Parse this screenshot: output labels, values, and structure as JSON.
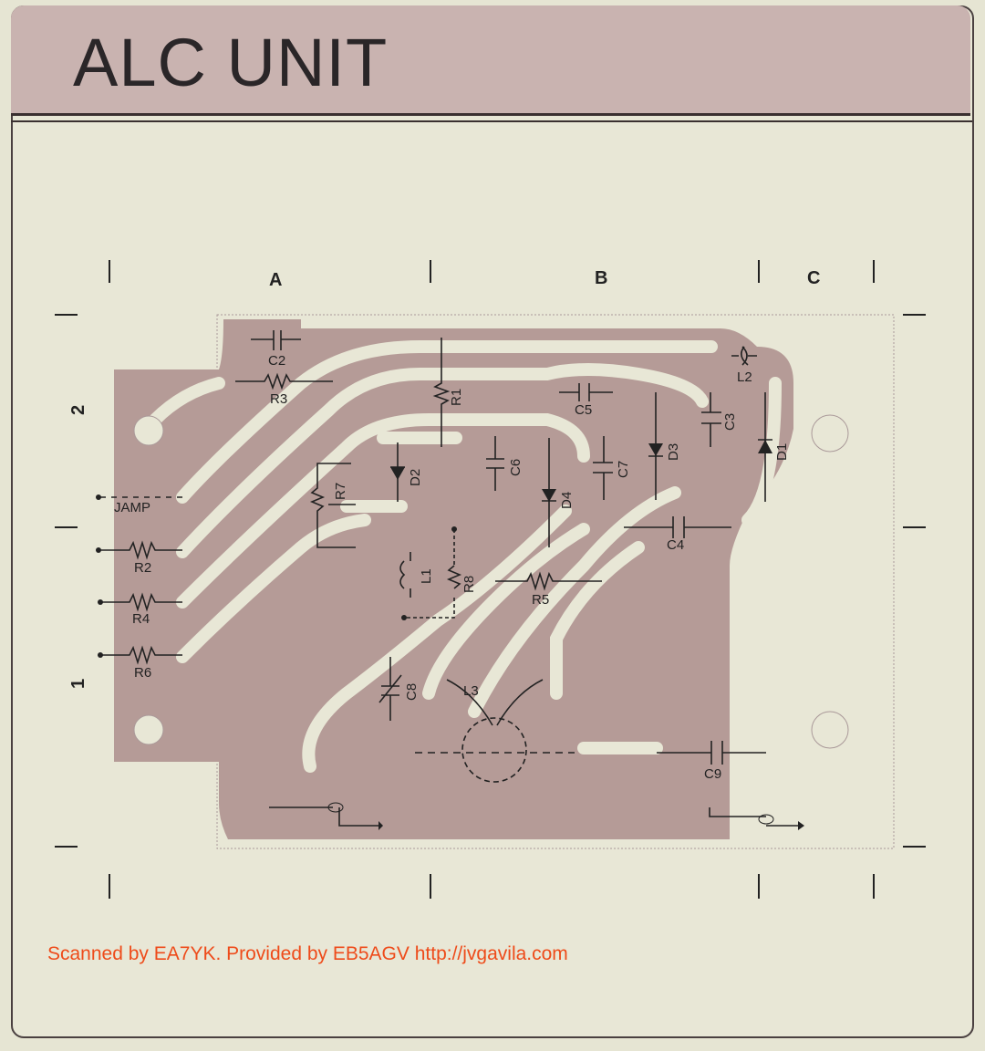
{
  "title": "ALC UNIT",
  "grid": {
    "columns": [
      "A",
      "B",
      "C"
    ],
    "rows": [
      "2",
      "1"
    ]
  },
  "components": {
    "C2": "C2",
    "R3": "R3",
    "R1": "R1",
    "D2": "D2",
    "R7": "R7",
    "JAMP": "JAMP",
    "R2": "R2",
    "R4": "R4",
    "R6": "R6",
    "L1": "L1",
    "R8": "R8",
    "C6": "C6",
    "D4": "D4",
    "C5": "C5",
    "C7": "C7",
    "D3": "D3",
    "L2": "L2",
    "C3": "C3",
    "D1": "D1",
    "C4": "C4",
    "R5": "R5",
    "C8": "C8",
    "L3": "L3",
    "C9": "C9"
  },
  "footer": "Scanned by EA7YK. Provided by EB5AGV http://jvgavila.com",
  "colors": {
    "header": "#c9b3b0",
    "copper": "#b59b97",
    "background": "#e8e7d6",
    "footer_text": "#ee4b1a"
  }
}
